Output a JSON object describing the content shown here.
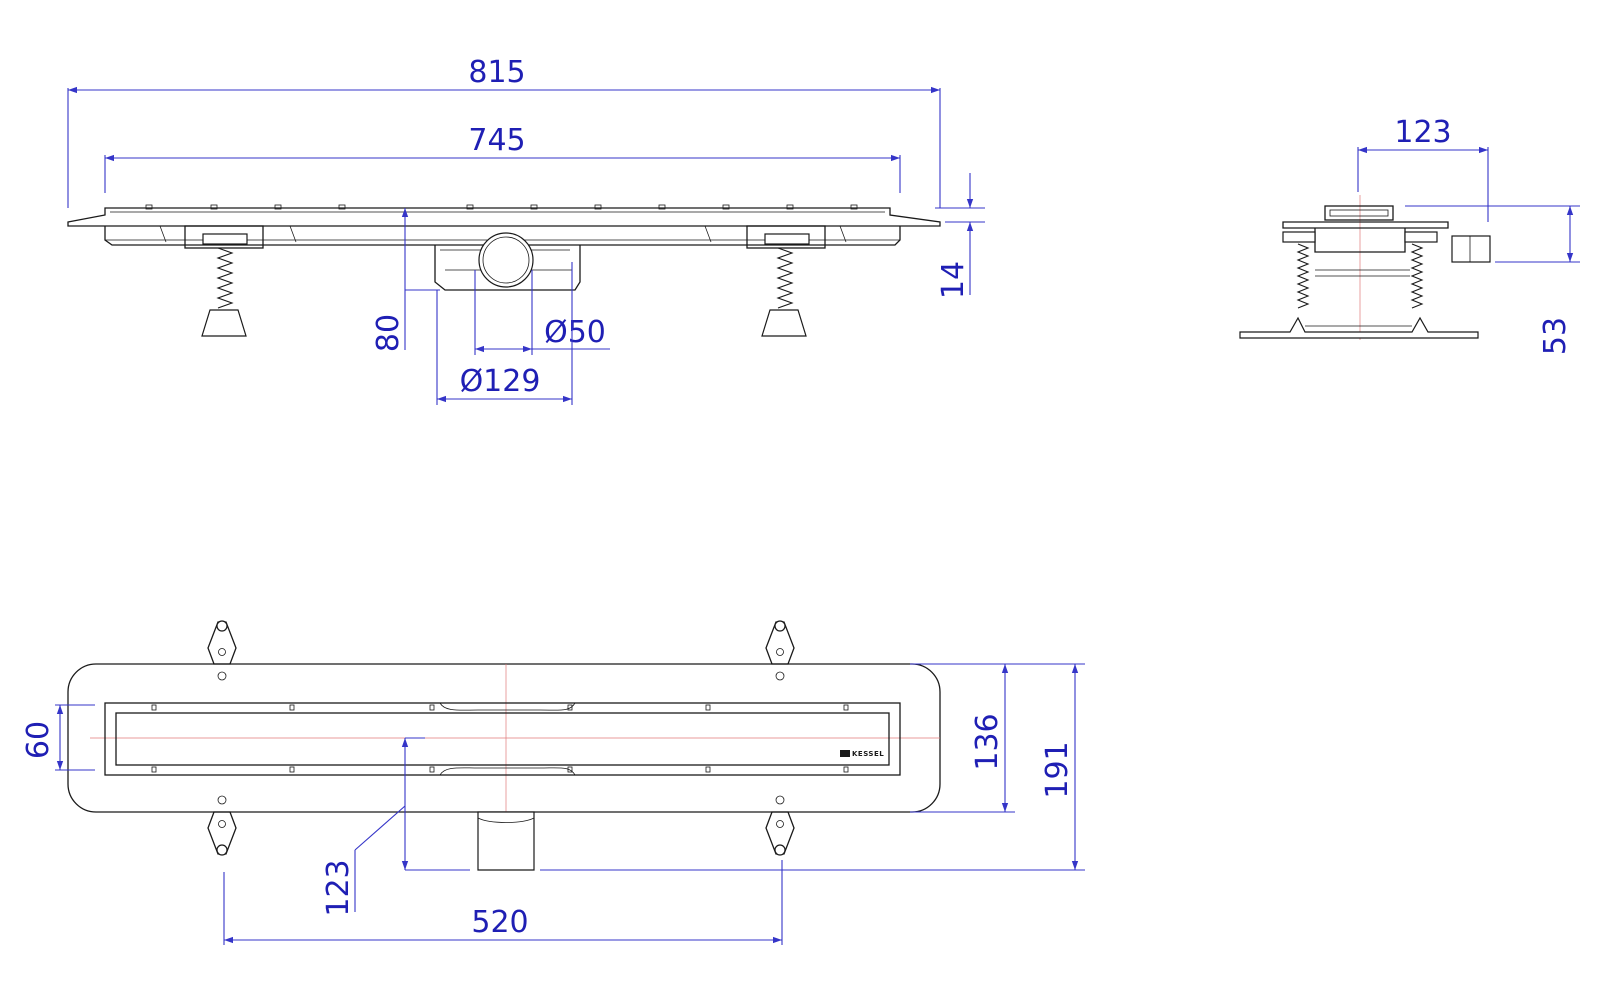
{
  "side_view": {
    "dim_overall_length": "815",
    "dim_inner_length": "745",
    "dim_flange": "14",
    "dim_depth": "80",
    "dim_outlet_dia": "Ø50",
    "dim_body_dia": "Ø129"
  },
  "end_view": {
    "dim_width": "123",
    "dim_height": "53"
  },
  "plan_view": {
    "dim_grate_width": "60",
    "dim_channel_width": "136",
    "dim_overall_width": "191",
    "dim_outlet_offset": "123",
    "dim_foot_spacing": "520",
    "brand_label": "KESSEL"
  },
  "colors": {
    "dimension": "#1f1fb4",
    "outline": "#1a1a1a",
    "centerline": "#e07a7a"
  }
}
